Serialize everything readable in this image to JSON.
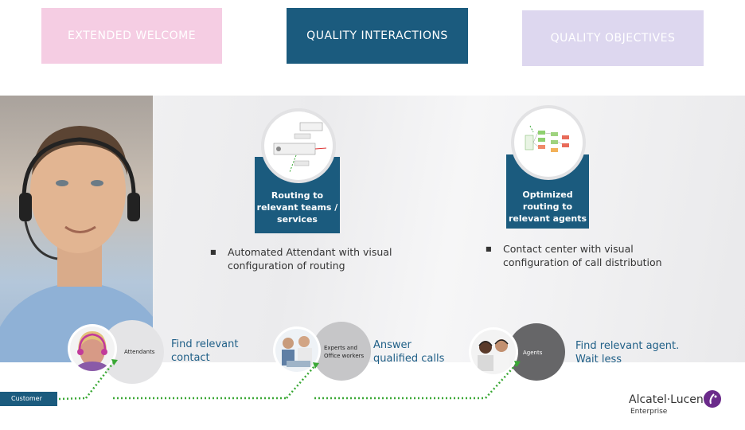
{
  "headers": {
    "welcome": "EXTENDED WELCOME",
    "interactions": "QUALITY INTERACTIONS",
    "objectives": "QUALITY OBJECTIVES"
  },
  "cards": {
    "routing_teams": [
      "Routing to",
      "relevant teams /",
      "services"
    ],
    "routing_agents": [
      "Optimized",
      "routing to",
      "relevant agents"
    ]
  },
  "bullets": {
    "attendant": [
      "Automated Attendant with visual",
      "configuration of routing"
    ],
    "contact_center": [
      "Contact center with visual",
      "configuration of call distribution"
    ]
  },
  "flow": {
    "attendants_label": "Attendants",
    "experts_label": [
      "Experts and",
      "Office workers"
    ],
    "agents_label": "Agents",
    "step1": [
      "Find relevant",
      "contact"
    ],
    "step2": [
      "Answer",
      "qualified calls"
    ],
    "step3": [
      "Find relevant agent.",
      "Wait less"
    ],
    "customer": "Customer"
  },
  "logo": {
    "brand": "Alcatel·Lucent",
    "sub": "Enterprise"
  },
  "colors": {
    "welcome_bg": "#f5cde3",
    "interactions_bg": "#1b5b7e",
    "objectives_bg": "#ddd7ef",
    "accent_green": "#3aa835",
    "logo_purple": "#6a2a8a"
  }
}
